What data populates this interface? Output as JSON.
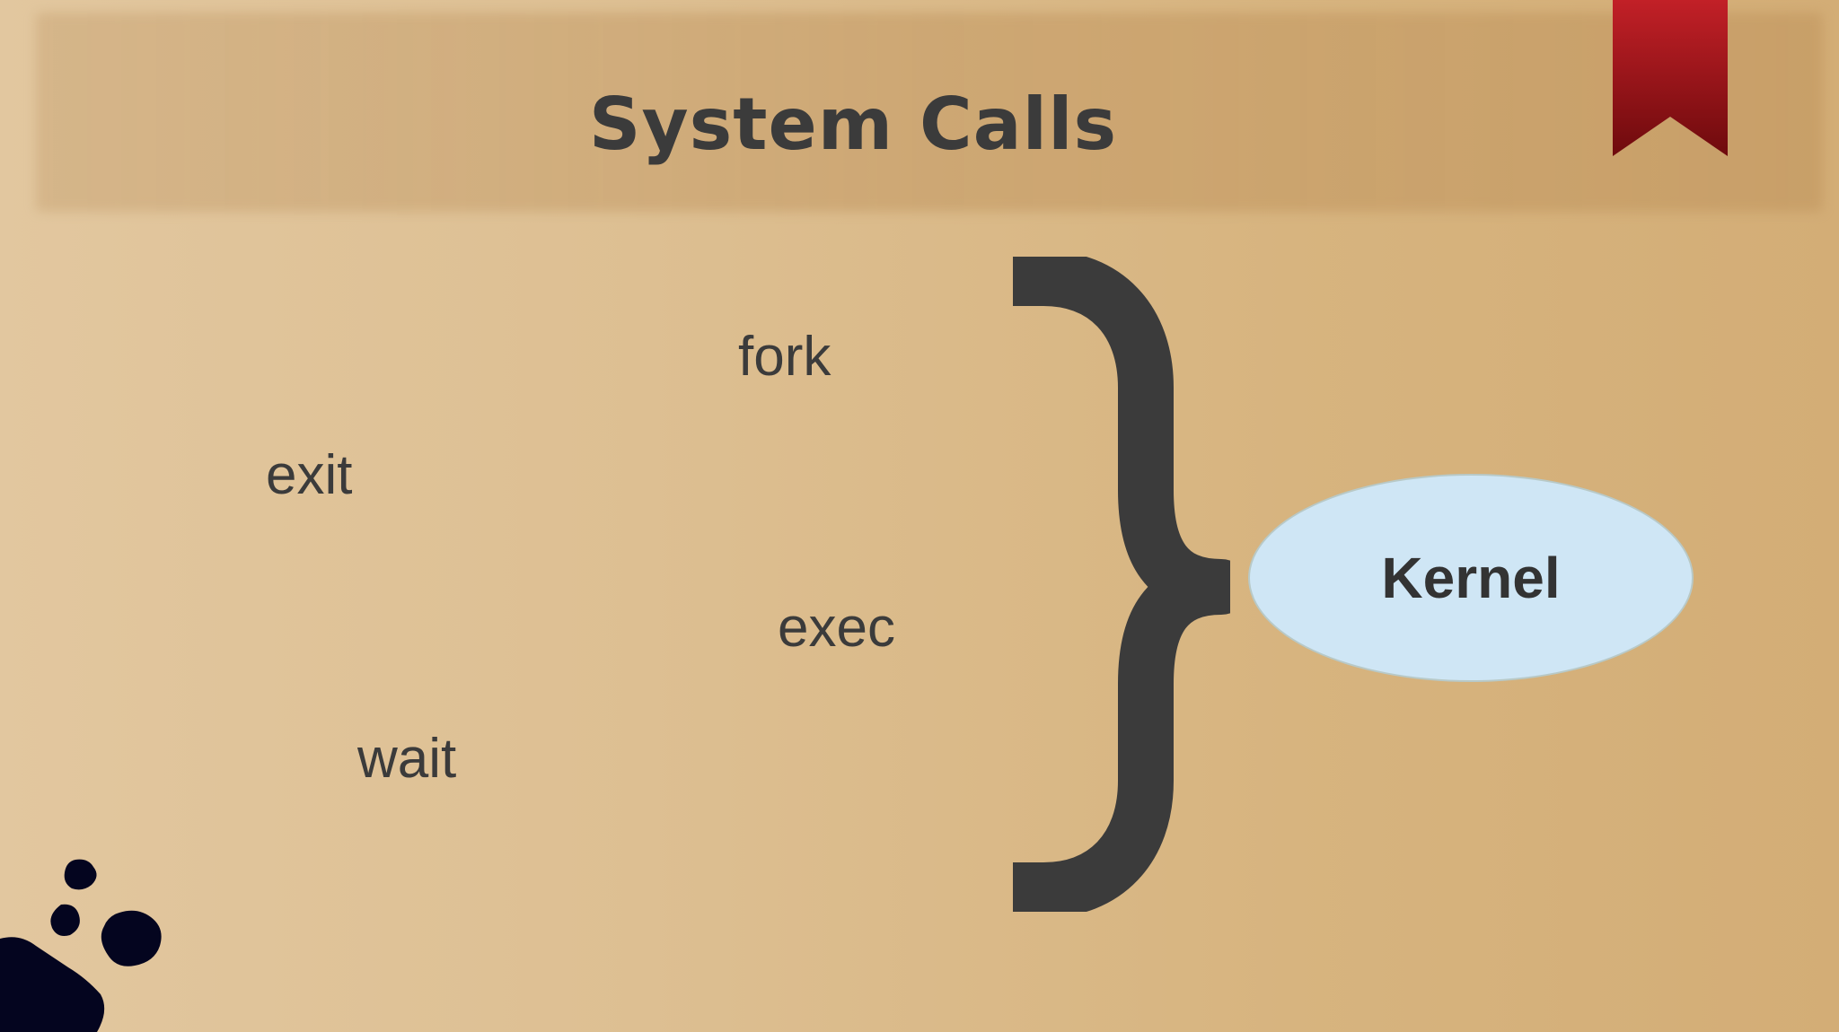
{
  "slide": {
    "title": "System Calls",
    "calls": {
      "fork": "fork",
      "exit": "exit",
      "exec": "exec",
      "wait": "wait"
    },
    "kernel_label": "Kernel"
  },
  "colors": {
    "text": "#3b3b3b",
    "ribbon": "#9e1c20",
    "kernel_fill": "#cfe6f5",
    "ink": "#04051f"
  },
  "icons": {
    "ribbon": "bookmark-ribbon-icon",
    "brace": "right-curly-brace",
    "ink": "ink-splatter"
  }
}
